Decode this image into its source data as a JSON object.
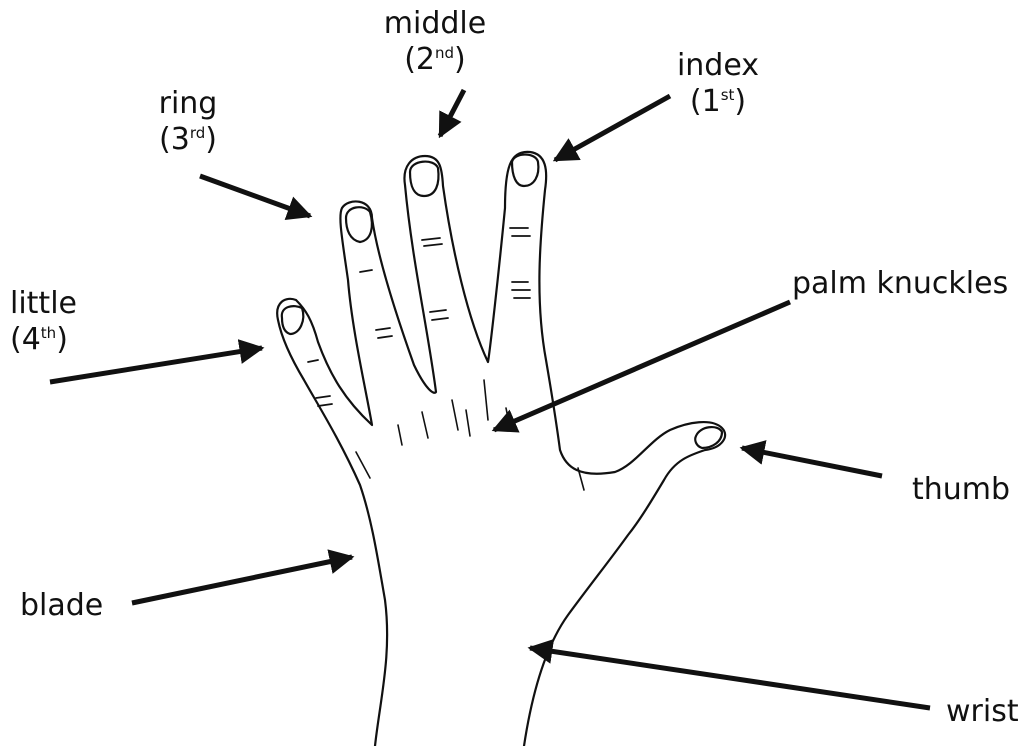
{
  "colors": {
    "ink": "#111111",
    "background": "#ffffff"
  },
  "labels": {
    "middle": {
      "name": "middle",
      "ordinal_open": "(2",
      "ordinal_sup": "nd",
      "ordinal_close": ")"
    },
    "index": {
      "name": "index",
      "ordinal_open": "(1",
      "ordinal_sup": "st",
      "ordinal_close": ")"
    },
    "ring": {
      "name": "ring",
      "ordinal_open": "(3",
      "ordinal_sup": "rd",
      "ordinal_close": ")"
    },
    "little": {
      "name": "little",
      "ordinal_open": "(4",
      "ordinal_sup": "th",
      "ordinal_close": ")"
    },
    "palm_knuckles": "palm knuckles",
    "thumb": "thumb",
    "blade": "blade",
    "wrist": "wrist"
  }
}
